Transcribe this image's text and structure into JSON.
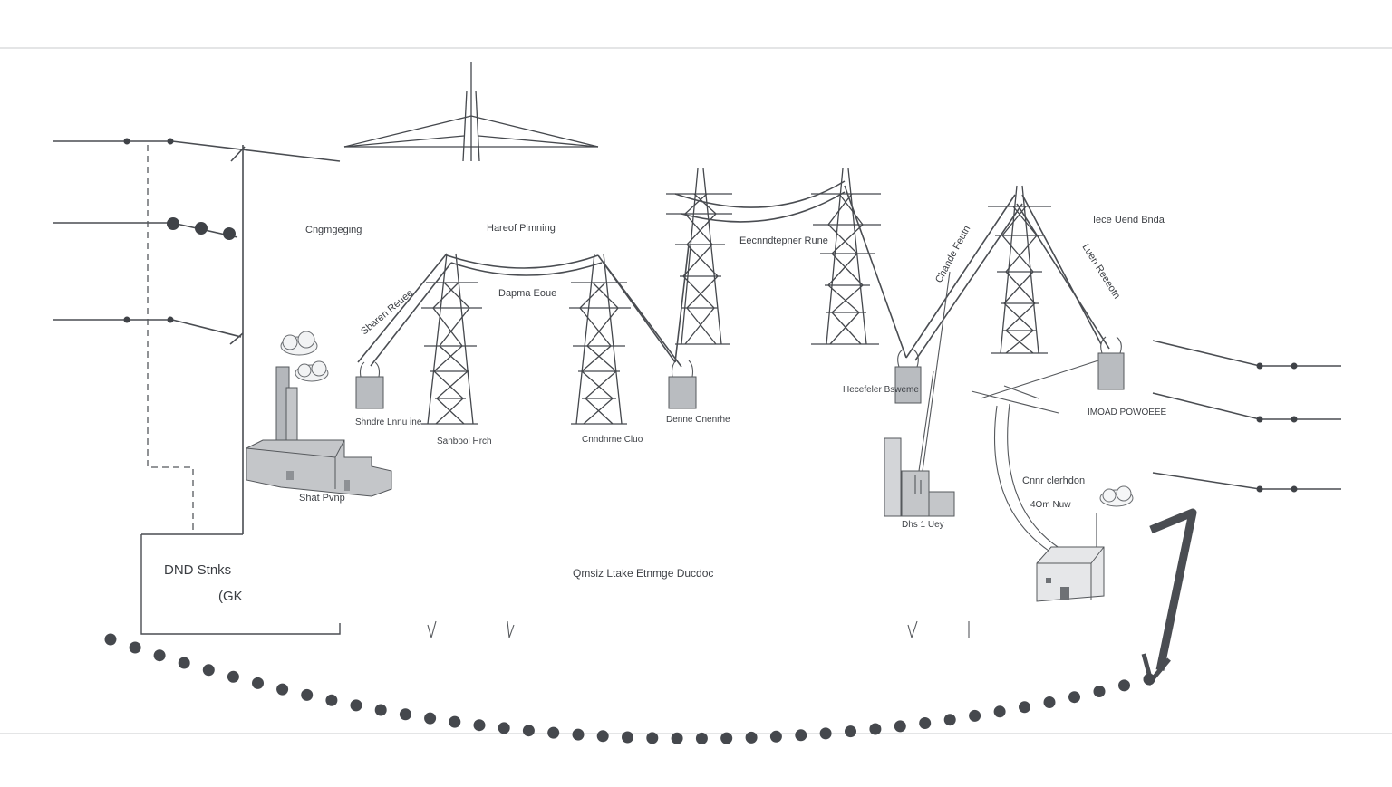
{
  "labels": {
    "top_left": "Cngmgeging",
    "top_center": "Hareof Pimning",
    "center_small": "Dapma Eoue",
    "tower_mid": "Eecnndtepner Rune",
    "top_right": "Iece Uend Bnda",
    "left_station": "Shndre Lnnu ine",
    "tower_left_base": "Sanbool Hrch",
    "tower_center_base": "Cnndnrne Cluo",
    "right_of_tower2": "Denne Cnenrhe",
    "plant_left": "Shat Pvnp",
    "right_sub": "Hecefeler Bsweme",
    "right_far": "IMOAD POWOEEE",
    "distribution": "Cnnr clerhdon",
    "house_note": "4Om Nuw",
    "factory": "Dhs 1 Uey",
    "bottom_center": "Qmsiz Ltake Etnmge Ducdoc",
    "left_block_line1": "DND Stnks",
    "left_block_line2": "(GK",
    "diag_left": "Sbaren Reuee",
    "diag_right1": "Chande Feutn",
    "diag_right2": "Luen Reeeotn"
  },
  "icons": {
    "power_plant": "power-plant-icon",
    "transmission_tower": "transmission-tower-icon",
    "transformer": "transformer-icon",
    "house": "house-icon",
    "factory": "factory-icon",
    "smoke": "smoke-cloud-icon",
    "arrow": "curved-arrow-icon"
  }
}
